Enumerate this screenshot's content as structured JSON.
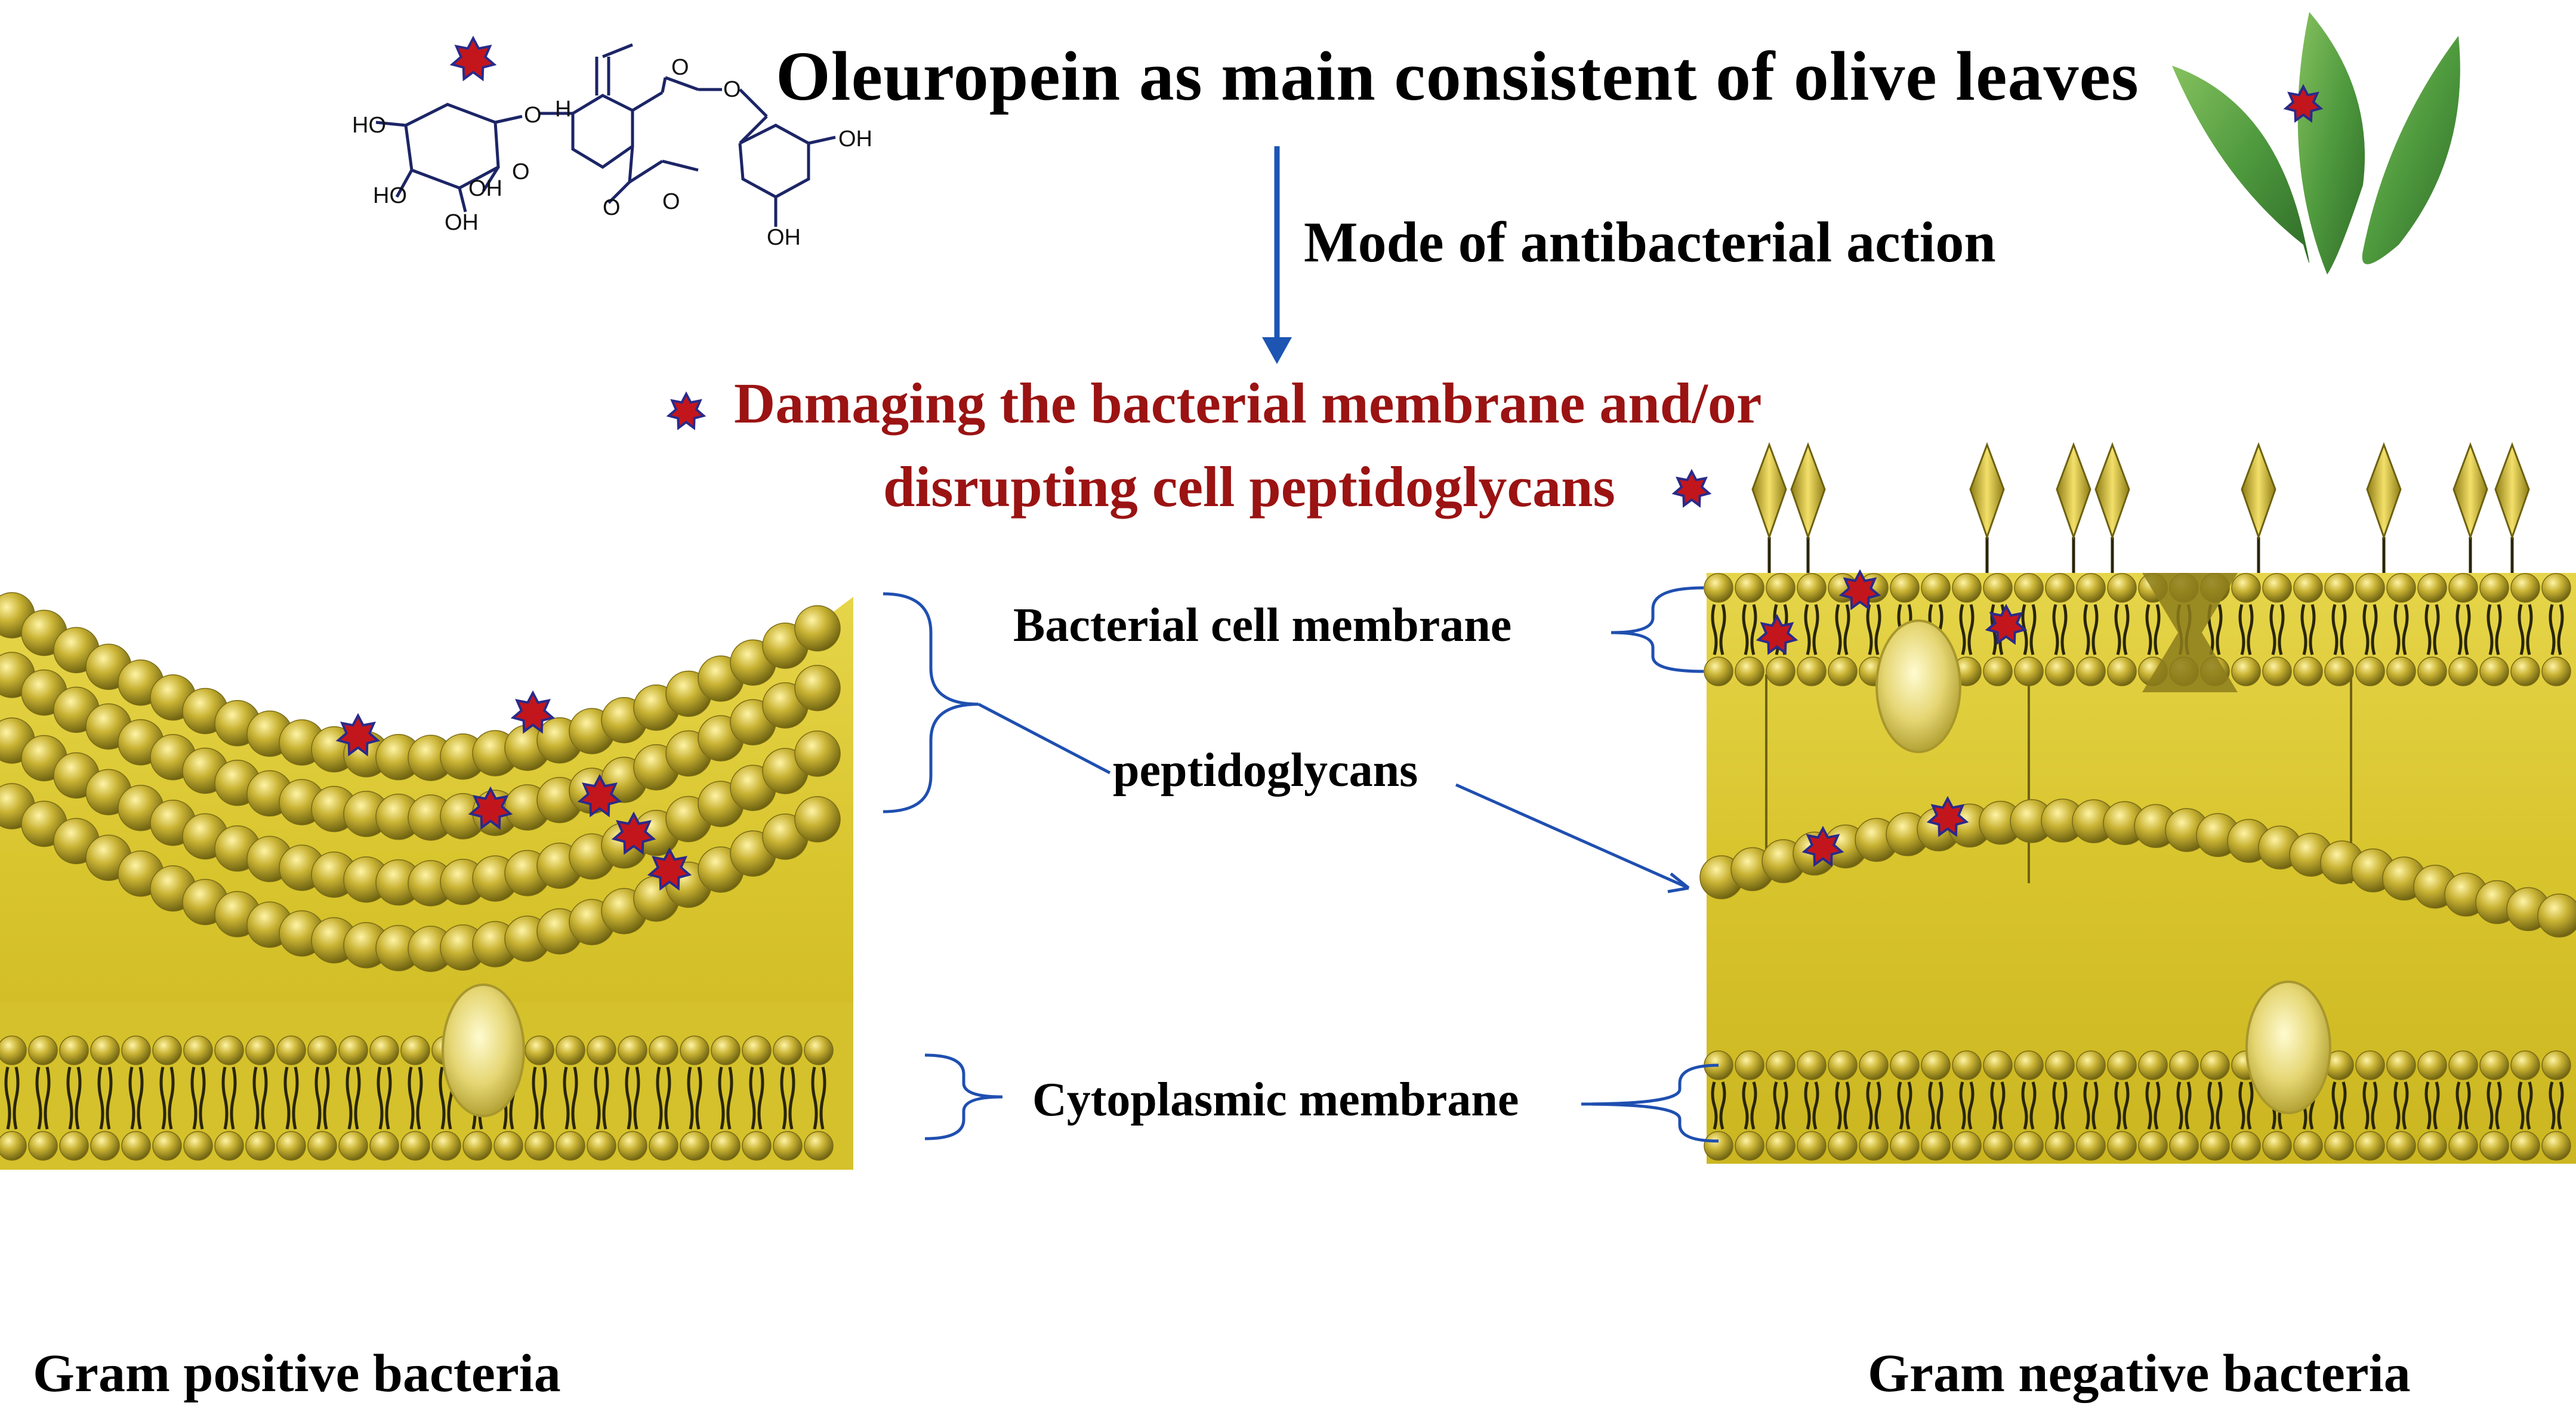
{
  "title": "Oleuropein as main consistent of olive leaves",
  "mode_label": "Mode of antibacterial action",
  "damage_line1": "Damaging  the bacterial membrane and/or",
  "damage_line2": "disrupting cell peptidoglycans",
  "labels": {
    "bacterial_cell_membrane": "Bacterial cell membrane",
    "peptidoglycans": "peptidoglycans",
    "cytoplasmic_membrane": "Cytoplasmic membrane",
    "gram_positive": "Gram positive bacteria",
    "gram_negative": "Gram negative bacteria"
  },
  "molecule_atoms": [
    "HO",
    "HO",
    "OH",
    "OH",
    "O",
    "O",
    "O",
    "O",
    "O",
    "O",
    "H",
    "OH",
    "OH"
  ],
  "colors": {
    "membrane_yellow": "#d9c62e",
    "bead": "#b9a52a",
    "star_red": "#c3161c",
    "star_outline": "#2a2a8a",
    "arrow_blue": "#1e55b3",
    "damage_text": "#9b1313",
    "leaf_green": "#4f9a3e"
  }
}
